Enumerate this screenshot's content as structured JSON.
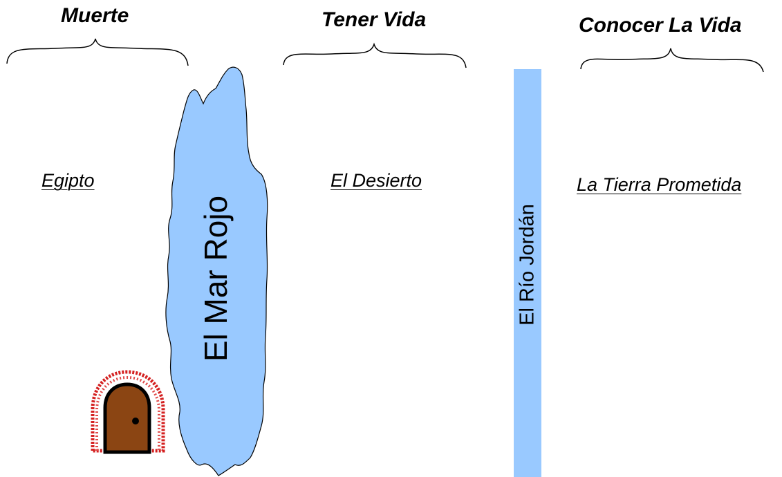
{
  "headings": {
    "death": "Muerte",
    "have_life": "Tener Vida",
    "know_life": "Conocer La Vida"
  },
  "places": {
    "egypt": "Egipto",
    "desert": "El Desierto",
    "promised_land": "La Tierra Prometida"
  },
  "crossings": {
    "red_sea": "El Mar Rojo",
    "jordan_river": "El Río Jordán"
  },
  "colors": {
    "water": "#99c9ff",
    "outline": "#000000",
    "door": "#8b4513",
    "door_arch": "#d42020",
    "background": "#ffffff"
  },
  "icons": {
    "door": "door-icon",
    "brace": "brace-icon"
  }
}
